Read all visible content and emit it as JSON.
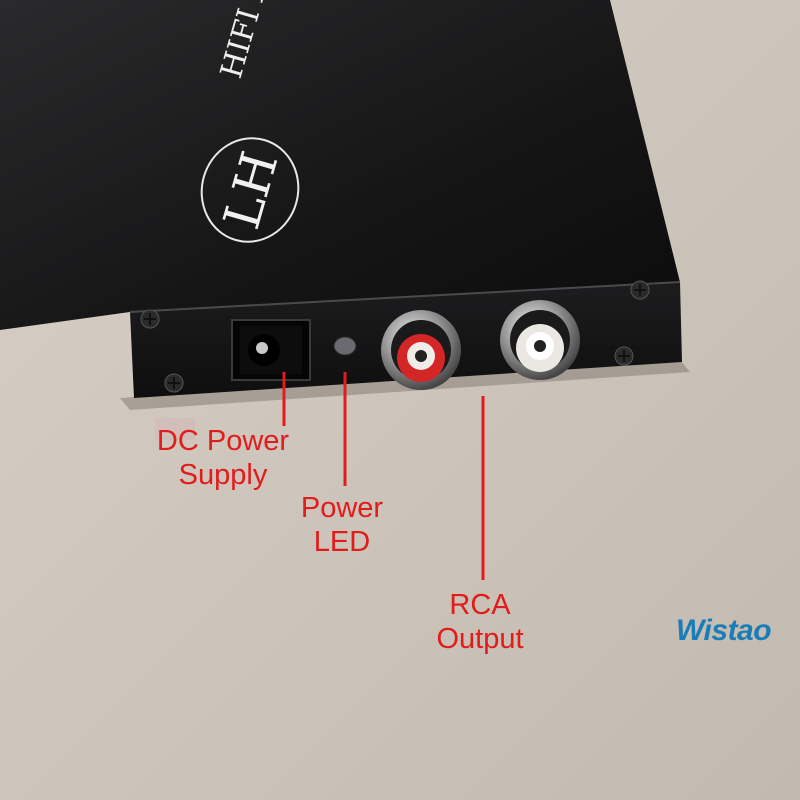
{
  "device": {
    "brand_mark": "LH",
    "case_text": "HIFI AU"
  },
  "callouts": {
    "dc_power": [
      "DC Power",
      "Supply"
    ],
    "power_led": [
      "Power",
      "LED"
    ],
    "rca_output": [
      "RCA",
      "Output"
    ]
  },
  "logo": {
    "text": "Wistao"
  },
  "colors": {
    "callout": "#e21b1b",
    "logo": "#1a7db8",
    "case": "#1b1b1c",
    "background": "#cbc2b8"
  }
}
